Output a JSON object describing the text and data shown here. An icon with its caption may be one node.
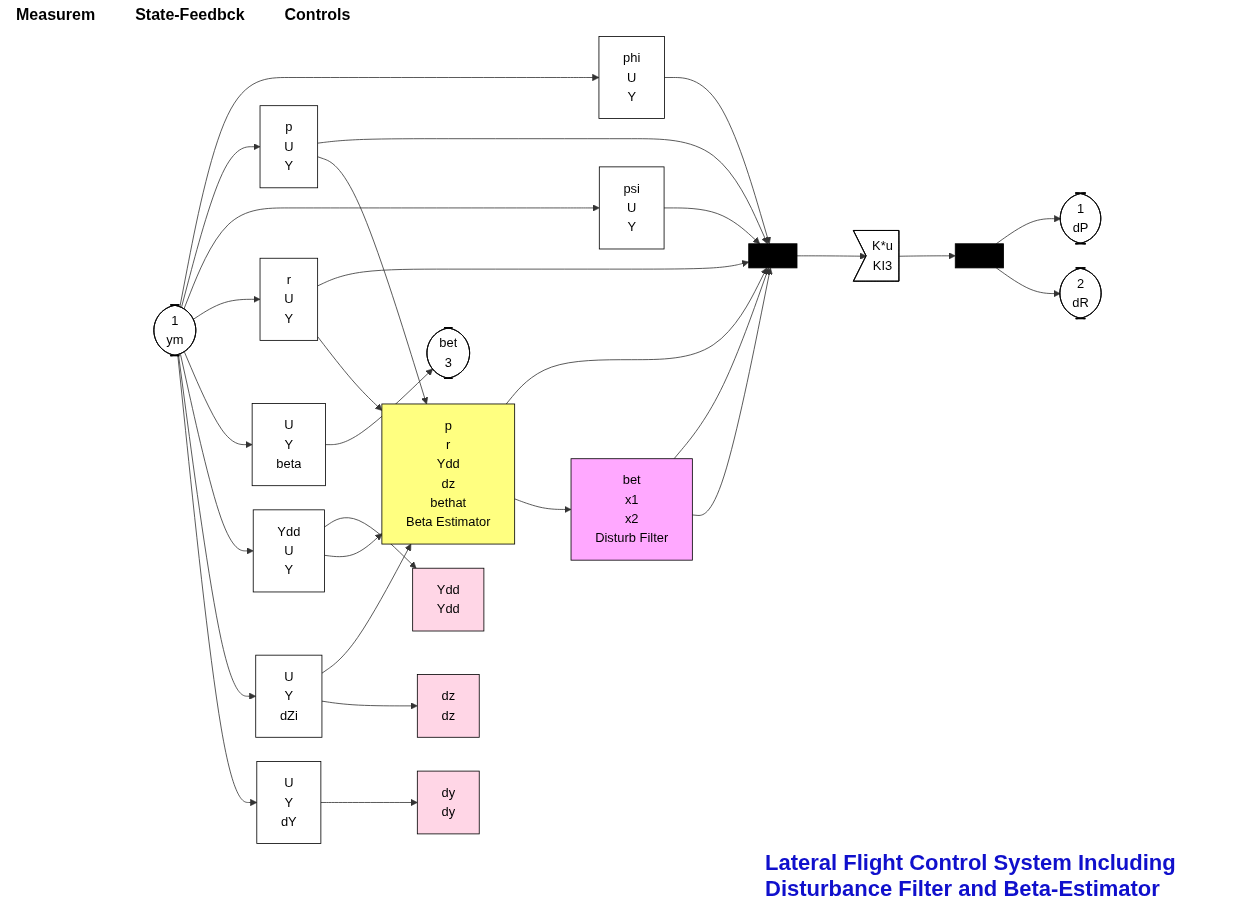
{
  "diagram": {
    "caption": "Lateral Flight Control System Including Disturbance Filter and Beta-Estimator",
    "nodes": [
      {
        "text": [
          "1",
          "ym"
        ]
      },
      {
        "text": [
          "phi",
          "U",
          "Y"
        ]
      },
      {
        "text": [
          "p",
          "U",
          "Y"
        ]
      },
      {
        "text": [
          "psi",
          "U",
          "Y"
        ]
      },
      {
        "text": [
          "r",
          "U",
          "Y"
        ]
      },
      {
        "text": [
          "U",
          "Y",
          "beta"
        ]
      },
      {
        "text": [
          "Ydd",
          "U",
          "Y"
        ]
      },
      {
        "text": [
          "Ydd",
          "Ydd"
        ]
      },
      {
        "text": [
          "U",
          "Y",
          "dZi"
        ]
      },
      {
        "text": [
          "U",
          "Y",
          "dY"
        ]
      },
      {
        "text": [
          "bet",
          "3"
        ]
      },
      {
        "text": [
          "p",
          "r",
          "Ydd",
          "dz",
          "bethat",
          "Beta Estimator"
        ]
      },
      {
        "text": [
          "dz",
          "dz"
        ]
      },
      {
        "text": [
          "dy",
          "dy"
        ]
      },
      {
        "text": [
          "bet",
          "x1",
          "x2",
          "Disturb Filter"
        ]
      },
      {
        "text": [],
        "shape": "bar"
      },
      {
        "text": [
          "K*u",
          "KI3"
        ]
      },
      {
        "text": [],
        "shape": "bar"
      },
      {
        "text": [
          "1",
          "dP"
        ]
      },
      {
        "text": [
          "2",
          "dR"
        ]
      }
    ],
    "edges": [
      {
        "from": 0,
        "to": 1,
        "arrow": "to"
      },
      {
        "from": 0,
        "to": 2,
        "arrow": "to"
      },
      {
        "from": 0,
        "to": 3,
        "arrow": "to"
      },
      {
        "from": 0,
        "to": 4,
        "arrow": "to"
      },
      {
        "from": 0,
        "to": 5,
        "arrow": "to"
      },
      {
        "from": 0,
        "to": 6,
        "arrow": "to"
      },
      {
        "from": 0,
        "to": 8,
        "arrow": "to"
      },
      {
        "from": 0,
        "to": 9,
        "arrow": "to"
      },
      {
        "from": 1,
        "to": 15,
        "arrow": "to"
      },
      {
        "from": 2,
        "to": 15,
        "arrow": "to"
      },
      {
        "from": 3,
        "to": 15,
        "arrow": "to"
      },
      {
        "from": 4,
        "to": 15,
        "arrow": "to"
      },
      {
        "from": 5,
        "to": 10,
        "arrow": "to"
      },
      {
        "from": 2,
        "to": 11,
        "arrow": "to"
      },
      {
        "from": 4,
        "to": 11,
        "arrow": "to"
      },
      {
        "from": 6,
        "to": 7,
        "arrow": "to"
      },
      {
        "from": 6,
        "to": 11,
        "arrow": "to"
      },
      {
        "from": 8,
        "to": 11,
        "arrow": "to"
      },
      {
        "from": 8,
        "to": 12,
        "arrow": "to"
      },
      {
        "from": 9,
        "to": 13,
        "arrow": "to"
      },
      {
        "from": 11,
        "to": 15,
        "arrow": "to"
      },
      {
        "from": 11,
        "to": 14,
        "arrow": "to"
      },
      {
        "from": 14,
        "to": 15,
        "arrow": "to"
      },
      {
        "from": 14,
        "to": 15,
        "arrow": "to"
      },
      {
        "from": 15,
        "to": 16,
        "arrow": "to"
      },
      {
        "from": 16,
        "to": 17,
        "arrow": "to"
      },
      {
        "from": 17,
        "to": 18,
        "arrow": "to"
      },
      {
        "from": 17,
        "to": 19,
        "arrow": "to"
      }
    ],
    "labels": [
      "Measurem",
      "State-Feedbck",
      "Controls"
    ]
  }
}
